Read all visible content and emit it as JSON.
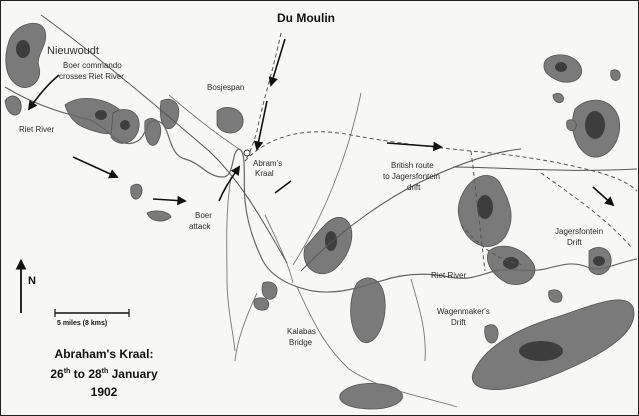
{
  "labels": {
    "nieuwoudt": "Nieuwoudt",
    "boer_commando": "Boer commando",
    "crosses_riet": "crosses Riet River",
    "du_moulin": "Du Moulin",
    "bosjespan": "Bosjespan",
    "riet_river_nw": "Riet River",
    "abrams_kraal_1": "Abram's",
    "abrams_kraal_2": "Kraal",
    "boer_attack_1": "Boer",
    "boer_attack_2": "attack",
    "british_route_1": "British route",
    "british_route_2": "to Jagersfontein",
    "british_route_3": "drift",
    "jagersfontein_1": "Jagersfontein",
    "jagersfontein_2": "Drift",
    "riet_river_se": "Riet River",
    "wagenmakers_1": "Wagenmaker's",
    "wagenmakers_2": "Drift",
    "kalabas_1": "Kalabas",
    "kalabas_2": "Bridge",
    "north": "N",
    "scale": "5 miles (8 kms)"
  },
  "title": {
    "line1": "Abraham's Kraal:",
    "line2_d1": "26",
    "line2_sup1": "th",
    "line2_mid": " to 28",
    "line2_sup2": "th",
    "line2_end": " January",
    "line3": "1902"
  },
  "colors": {
    "hills": "#6f6f6f",
    "hill_core": "#3d3d3d",
    "river": "#666666",
    "route": "#555555",
    "arrows": "#111111",
    "text": "#2a2a2a"
  }
}
